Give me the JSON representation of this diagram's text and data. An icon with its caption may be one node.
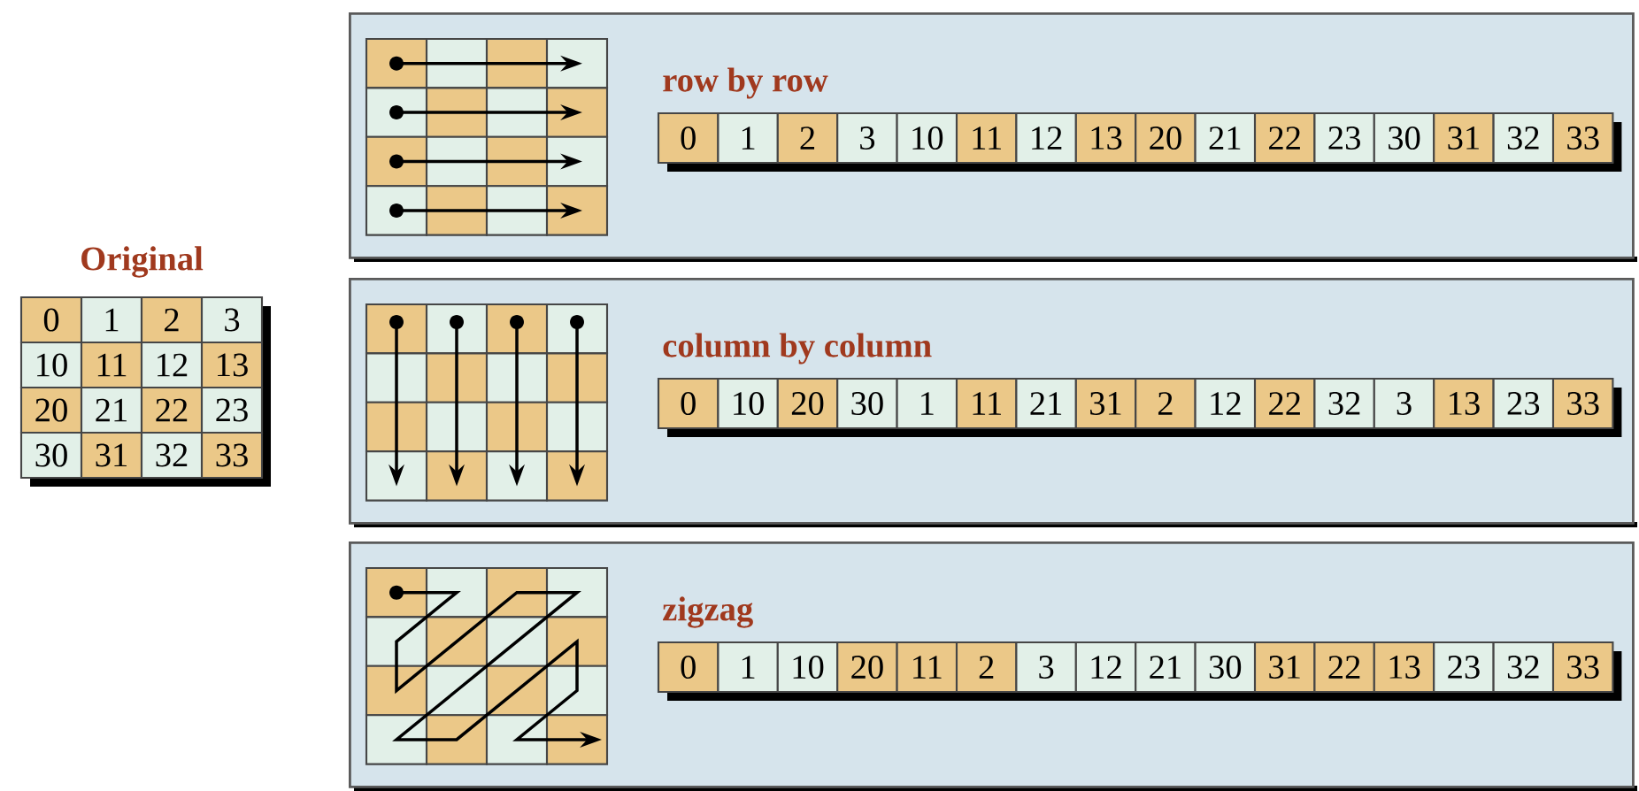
{
  "diagram": {
    "nodes": [
      {
        "text": [
          "Original"
        ]
      },
      {
        "text": [
          "row by row"
        ]
      },
      {
        "text": [
          "column by column"
        ]
      },
      {
        "text": [
          "zigzag"
        ]
      }
    ],
    "labels": [
      "0",
      "1",
      "2",
      "3",
      "10",
      "11",
      "12",
      "13",
      "20",
      "21",
      "22",
      "23",
      "30",
      "31",
      "32",
      "33",
      "0",
      "1",
      "2",
      "3",
      "10",
      "11",
      "12",
      "13",
      "20",
      "21",
      "22",
      "23",
      "30",
      "31",
      "32",
      "33",
      "0",
      "10",
      "20",
      "30",
      "1",
      "11",
      "21",
      "31",
      "2",
      "12",
      "22",
      "32",
      "3",
      "13",
      "23",
      "33",
      "0",
      "1",
      "10",
      "20",
      "11",
      "2",
      "3",
      "12",
      "21",
      "30",
      "31",
      "22",
      "13",
      "23",
      "32",
      "33"
    ]
  }
}
